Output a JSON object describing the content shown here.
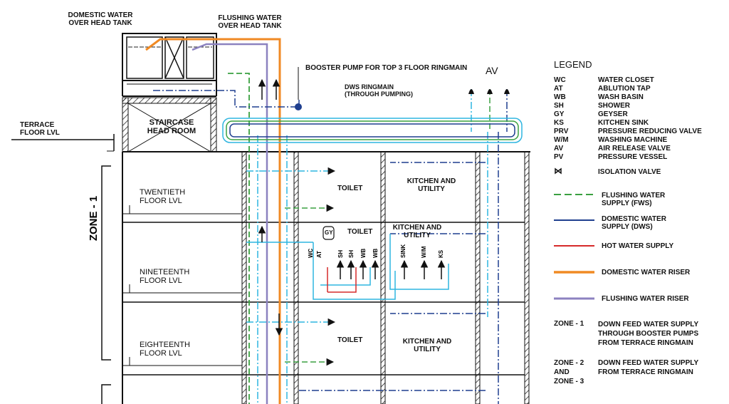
{
  "tanks": {
    "domestic": "DOMESTIC WATER\nOVER HEAD TANK",
    "flushing": "FLUSHING WATER\nOVER HEAD TANK"
  },
  "staircase": "STAIRCASE\nHEAD ROOM",
  "terrace": "TERRACE\nFLOOR LVL",
  "booster_pump": "BOOSTER PUMP FOR TOP 3 FLOOR RINGMAIN",
  "dws_ringmain": "DWS RINGMAIN\n(THROUGH PUMPING)",
  "av_label": "AV",
  "zone_label": "ZONE - 1",
  "floors": [
    {
      "label": "TWENTIETH\nFLOOR LVL"
    },
    {
      "label": "NINETEENTH\nFLOOR LVL"
    },
    {
      "label": "EIGHTEENTH\nFLOOR LVL"
    }
  ],
  "rooms": {
    "toilet": "TOILET",
    "kitchen": "KITCHEN AND\nUTILITY"
  },
  "geyser": "GY",
  "fixtures_toilet": [
    "WC",
    "AT",
    "SH",
    "SH",
    "WB",
    "WB"
  ],
  "fixtures_kitchen": [
    "SINK",
    "W/M",
    "KS"
  ],
  "legend": {
    "title": "LEGEND",
    "abbreviations": [
      {
        "abbr": "WC",
        "desc": "WATER CLOSET"
      },
      {
        "abbr": "AT",
        "desc": "ABLUTION TAP"
      },
      {
        "abbr": "WB",
        "desc": "WASH BASIN"
      },
      {
        "abbr": "SH",
        "desc": "SHOWER"
      },
      {
        "abbr": "GY",
        "desc": "GEYSER"
      },
      {
        "abbr": "KS",
        "desc": "KITCHEN SINK"
      },
      {
        "abbr": "PRV",
        "desc": "PRESSURE REDUCING VALVE"
      },
      {
        "abbr": "W/M",
        "desc": "WASHING MACHINE"
      },
      {
        "abbr": "AV",
        "desc": "AIR RELEASE VALVE"
      },
      {
        "abbr": "PV",
        "desc": "PRESSURE VESSEL"
      },
      {
        "abbr": "",
        "desc": "ISOLATION VALVE"
      }
    ],
    "lines": [
      {
        "label": "FLUSHING WATER\nSUPPLY (FWS)",
        "color": "#3aa040",
        "style": "dashed"
      },
      {
        "label": "DOMESTIC WATER\nSUPPLY (DWS)",
        "color": "#1f3f8f",
        "style": "solid"
      },
      {
        "label": "HOT WATER SUPPLY",
        "color": "#d62a2a",
        "style": "solid"
      },
      {
        "label": "DOMESTIC WATER RISER",
        "color": "#f08a24",
        "style": "solid"
      },
      {
        "label": "FLUSHING WATER RISER",
        "color": "#8c82c0",
        "style": "solid"
      }
    ],
    "zones": [
      {
        "key": "ZONE - 1",
        "desc": "DOWN FEED WATER SUPPLY\nTHROUGH BOOSTER PUMPS\nFROM TERRACE RINGMAIN"
      },
      {
        "key": "ZONE - 2\nAND\nZONE - 3",
        "desc": "DOWN FEED WATER SUPPLY\nFROM TERRACE RINGMAIN"
      }
    ]
  },
  "colors": {
    "flushing": "#3aa040",
    "domestic": "#1f3f8f",
    "hot": "#d62a2a",
    "riser_domestic": "#f08a24",
    "riser_flushing": "#8c82c0",
    "cyan": "#2fb5e0"
  }
}
